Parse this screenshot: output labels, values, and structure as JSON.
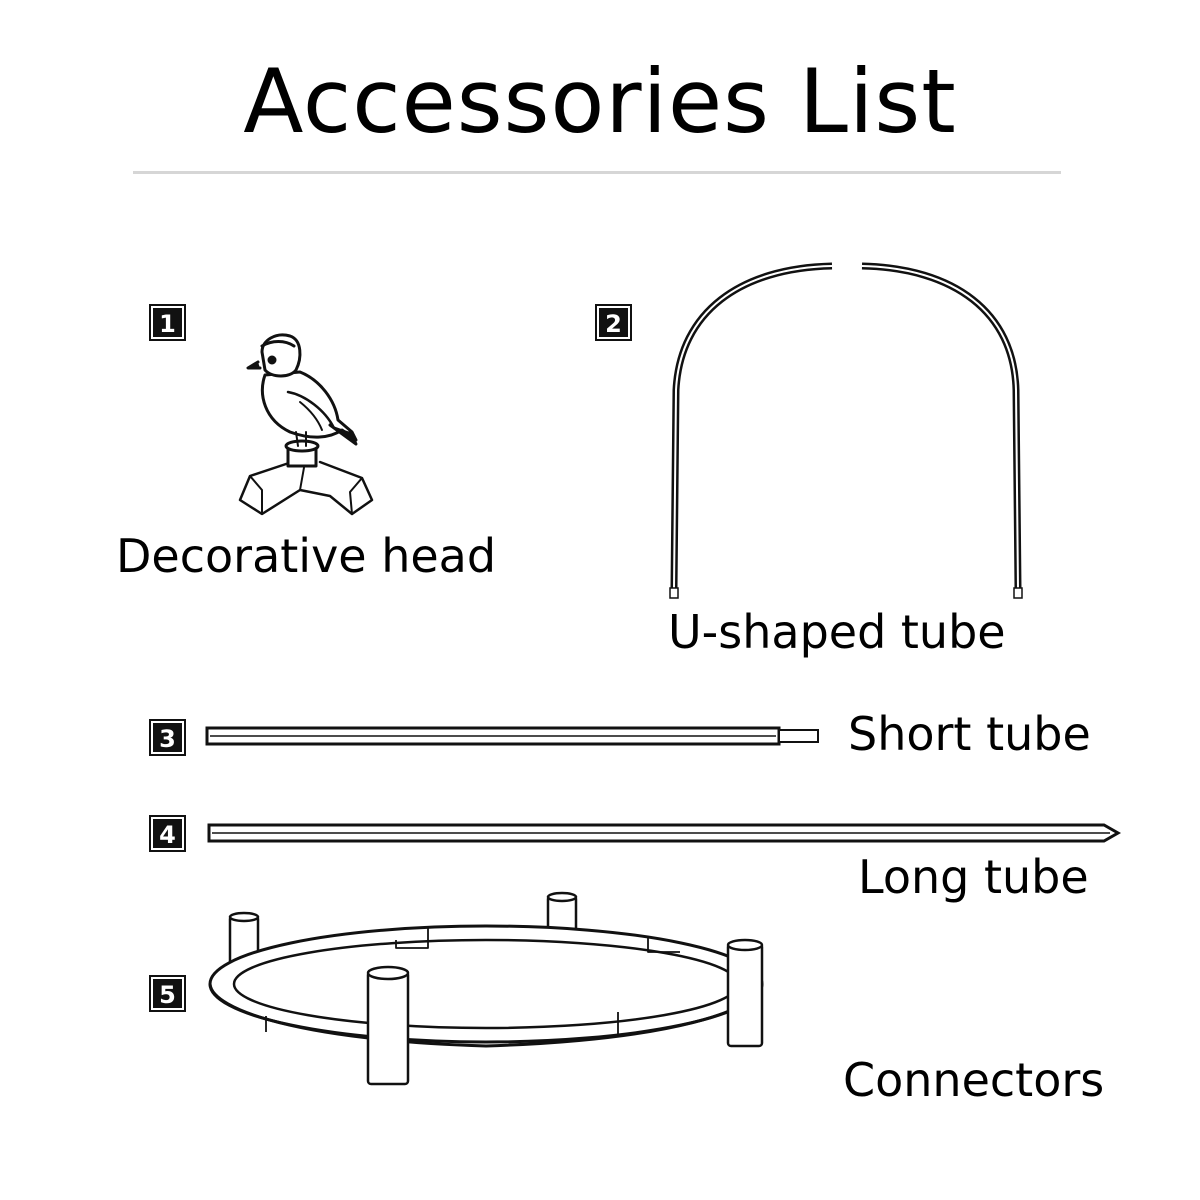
{
  "title": "Accessories List",
  "items": [
    {
      "number": "1",
      "label": "Decorative head",
      "icon": "bird-ornament-icon"
    },
    {
      "number": "2",
      "label": "U-shaped tube",
      "icon": "u-shaped-tube-icon"
    },
    {
      "number": "3",
      "label": "Short tube",
      "icon": "short-tube-icon"
    },
    {
      "number": "4",
      "label": "Long tube",
      "icon": "long-tube-icon"
    },
    {
      "number": "5",
      "label": "Connectors",
      "icon": "ring-connector-icon"
    }
  ],
  "colors": {
    "line": "#111111",
    "divider": "#d6d6d6",
    "background": "#ffffff"
  }
}
